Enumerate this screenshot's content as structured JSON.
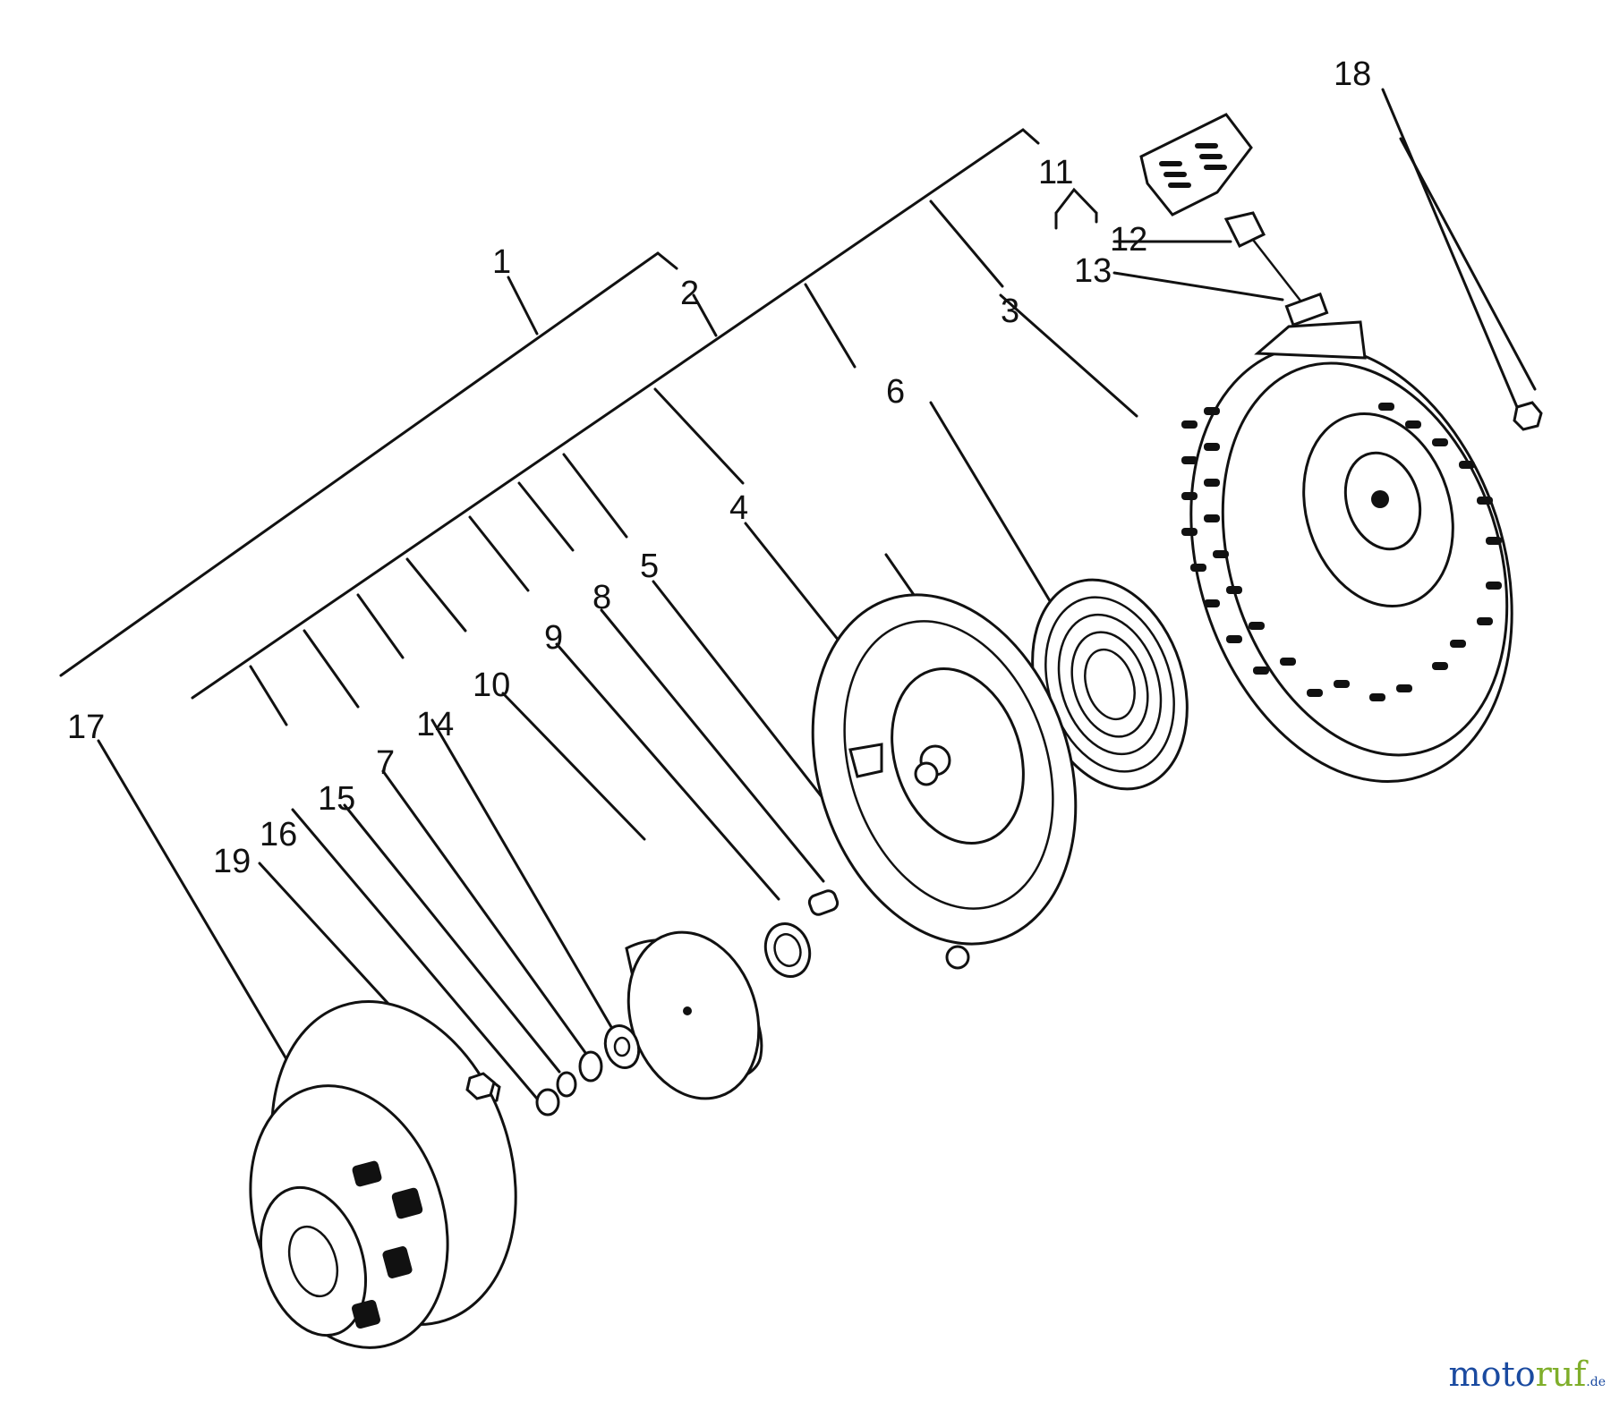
{
  "diagram": {
    "part_numbers": [
      "1",
      "2",
      "3",
      "4",
      "5",
      "6",
      "7",
      "8",
      "9",
      "10",
      "11",
      "12",
      "13",
      "14",
      "15",
      "16",
      "17",
      "18",
      "19"
    ]
  },
  "watermark": {
    "part1": "moto",
    "part2": "ruf",
    "part3": ".de"
  }
}
